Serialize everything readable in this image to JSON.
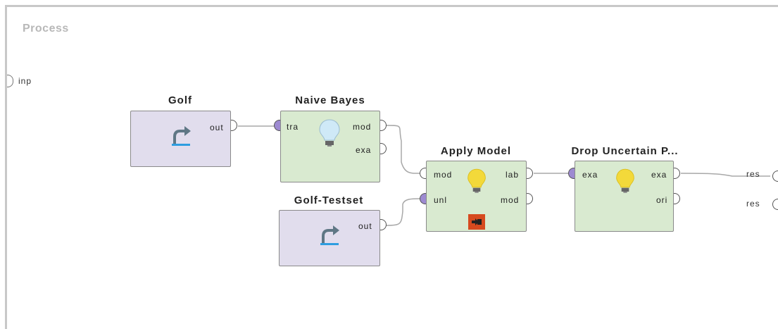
{
  "process": {
    "title": "Process",
    "input_port": "inp",
    "result_ports": [
      "res",
      "res"
    ]
  },
  "operators": {
    "golf": {
      "title": "Golf",
      "ports": {
        "out": "out"
      },
      "icon": "retrieve-icon"
    },
    "naive_bayes": {
      "title": "Naive Bayes",
      "ports": {
        "tra": "tra",
        "mod": "mod",
        "exa": "exa"
      },
      "icon": "lightbulb-icon"
    },
    "golf_testset": {
      "title": "Golf-Testset",
      "ports": {
        "out": "out"
      },
      "icon": "retrieve-icon"
    },
    "apply_model": {
      "title": "Apply Model",
      "ports": {
        "mod_in": "mod",
        "unl": "unl",
        "lab": "lab",
        "mod_out": "mod"
      },
      "icon": "lightbulb-icon",
      "sub_icon": "subprocess-icon"
    },
    "drop_uncertain": {
      "title": "Drop Uncertain P...",
      "ports": {
        "exa_in": "exa",
        "exa_out": "exa",
        "ori": "ori"
      },
      "icon": "lightbulb-icon"
    }
  },
  "colors": {
    "data_operator": "#e1dded",
    "model_operator": "#d9ead0",
    "connected_port": "#9d8ad1",
    "wire": "#a8a8a8",
    "retrieve_arrow": "#5f7785",
    "retrieve_base": "#2e9de0",
    "bulb": "#f3d93a",
    "bulb_inactive": "#cfe9f7",
    "subprocess": "#d64a1f"
  }
}
